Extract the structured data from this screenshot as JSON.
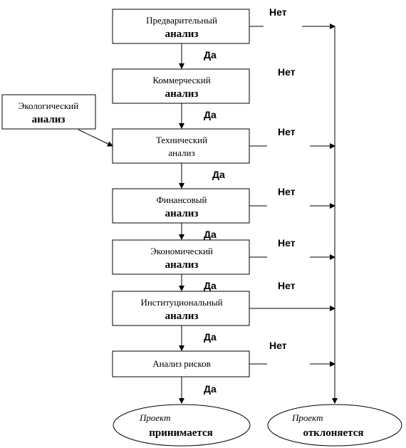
{
  "steps": {
    "preliminary": {
      "line1": "Предварительный",
      "line2": "анализ"
    },
    "commercial": {
      "line1": "Коммерческий",
      "line2": "анализ"
    },
    "technical": {
      "line1": "Технический",
      "line2": "анализ"
    },
    "financial": {
      "line1": "Финансовый",
      "line2": "анализ"
    },
    "economic": {
      "line1": "Экономический",
      "line2": "анализ"
    },
    "institutional": {
      "line1": "Институциональный",
      "line2": "анализ"
    },
    "risk": {
      "line1": "Анализ рисков"
    }
  },
  "ecological": {
    "line1": "Экологический",
    "line2": "анализ"
  },
  "labels": {
    "yes": "Да",
    "no": "Нет"
  },
  "outcomes": {
    "accepted": {
      "line1": "Проект",
      "line2": "принимается"
    },
    "rejected": {
      "line1": "Проект",
      "line2": "отклоняется"
    }
  }
}
